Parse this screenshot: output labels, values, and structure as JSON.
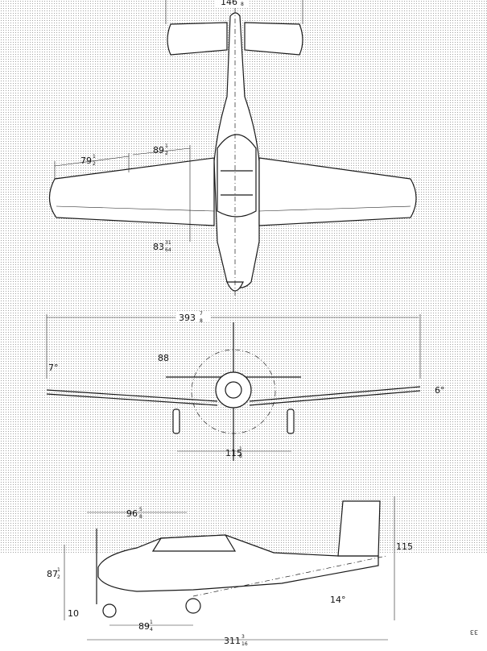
{
  "dimensions": {
    "tail_span": {
      "whole": "146",
      "num": "",
      "den": "8"
    },
    "outer_wing": {
      "whole": "79",
      "num": "1",
      "den": "2"
    },
    "inner_wing": {
      "whole": "89",
      "num": "1",
      "den": "2"
    },
    "fuselage_offset": {
      "whole": "83",
      "num": "31",
      "den": "64"
    },
    "wing_span": {
      "whole": "393",
      "num": "7",
      "den": "8"
    },
    "prop_diameter": {
      "whole": "88"
    },
    "left_angle": {
      "whole": "7°"
    },
    "dihedral": {
      "whole": "6°"
    },
    "track": {
      "whole": "115",
      "num": "1",
      "den": "8"
    },
    "nose_to_wing": {
      "whole": "96",
      "num": "5",
      "den": "8"
    },
    "height_total": {
      "whole": "115"
    },
    "prop_height": {
      "whole": "87",
      "num": "1",
      "den": "2"
    },
    "ground_clear": {
      "whole": "10"
    },
    "wheelbase": {
      "whole": "89",
      "num": "1",
      "den": "4"
    },
    "tail_angle": {
      "whole": "14°"
    },
    "overall_length": {
      "whole": "311",
      "num": "3",
      "den": "16"
    }
  },
  "page_number": "33"
}
